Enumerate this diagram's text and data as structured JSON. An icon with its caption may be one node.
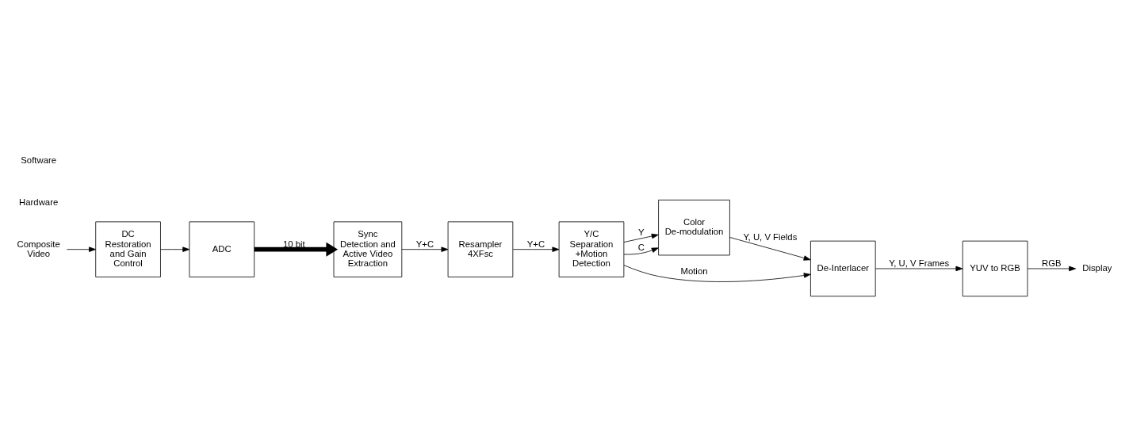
{
  "diagram": {
    "nodes": [
      {
        "text": [
          "Composite Video"
        ]
      },
      {
        "text": [
          "DC Restoration and Gain Control"
        ]
      },
      {
        "text": [
          "ADC"
        ]
      },
      {
        "text": [
          "Sync Detection and Active Video Extraction"
        ]
      },
      {
        "text": [
          "Resampler 4XFsc"
        ]
      },
      {
        "text": [
          "Y/C Separation +Motion Detection"
        ]
      },
      {
        "text": [
          "Color De-modulation"
        ]
      },
      {
        "text": [
          "De-Interlacer"
        ]
      },
      {
        "text": [
          "YUV to RGB"
        ]
      },
      {
        "text": [
          "Display"
        ]
      }
    ],
    "edges": [
      {
        "from": 0,
        "to": 1,
        "arrow": "to"
      },
      {
        "from": 1,
        "to": 2,
        "arrow": "to"
      },
      {
        "from": 2,
        "to": 3,
        "arrow": "to",
        "label": "10 bit",
        "style": "thick"
      },
      {
        "from": 3,
        "to": 4,
        "arrow": "to",
        "label": "Y+C"
      },
      {
        "from": 4,
        "to": 5,
        "arrow": "to",
        "label": "Y+C"
      },
      {
        "from": 5,
        "to": 6,
        "arrow": "to",
        "label": "Y"
      },
      {
        "from": 5,
        "to": 6,
        "arrow": "to",
        "label": "C"
      },
      {
        "from": 5,
        "to": 7,
        "arrow": "to",
        "label": "Motion"
      },
      {
        "from": 6,
        "to": 7,
        "arrow": "to",
        "label": "Y, U, V Fields"
      },
      {
        "from": 7,
        "to": 8,
        "arrow": "to",
        "label": "Y, U, V Frames"
      },
      {
        "from": 8,
        "to": 9,
        "arrow": "to",
        "label": "RGB"
      }
    ],
    "labels": [
      "Hardware",
      "Software"
    ]
  }
}
